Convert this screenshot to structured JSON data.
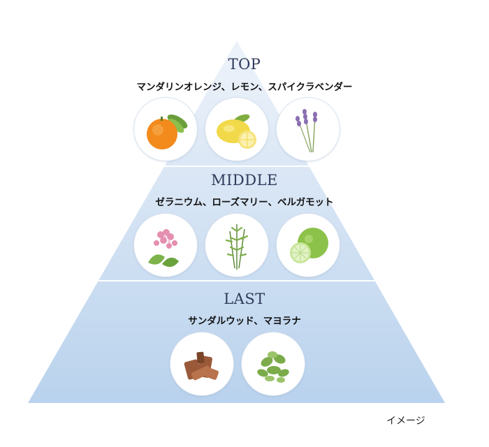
{
  "tiers": [
    {
      "title": "TOP",
      "notes": "マンダリンオレンジ、レモン、スパイクラベンダー",
      "images": [
        {
          "icon": "mandarin-orange-icon"
        },
        {
          "icon": "lemon-icon"
        },
        {
          "icon": "lavender-icon"
        }
      ]
    },
    {
      "title": "MIDDLE",
      "notes": "ゼラニウム、ローズマリー、ベルガモット",
      "images": [
        {
          "icon": "geranium-icon"
        },
        {
          "icon": "rosemary-icon"
        },
        {
          "icon": "bergamot-icon"
        }
      ]
    },
    {
      "title": "LAST",
      "notes": "サンダルウッド、マヨラナ",
      "images": [
        {
          "icon": "sandalwood-icon"
        },
        {
          "icon": "marjoram-icon"
        }
      ]
    }
  ],
  "caption": "イメージ",
  "colors": {
    "pyramid_top": "#e6eef8",
    "pyramid_bottom": "#b8d1ec",
    "tier_divider": "#ffffff",
    "title_text": "#2e3a5a"
  }
}
